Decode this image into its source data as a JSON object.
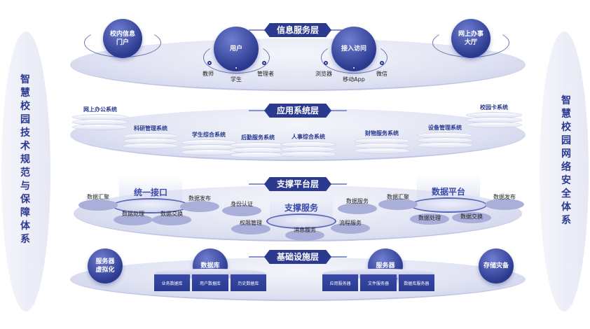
{
  "left_side": "智慧校园技术规范与保障体系",
  "right_side": "智慧校园网络安全体系",
  "info_layer": {
    "title": "信息服务层",
    "portal": "校内信息门户",
    "users": "用户",
    "user_types": [
      "教师",
      "学生",
      "管理者"
    ],
    "access": "接入访问",
    "access_types": [
      "浏览器",
      "移动App",
      "微信"
    ],
    "hall": "网上办事大厅"
  },
  "app_layer": {
    "title": "应用系统层",
    "systems": [
      "网上办公系统",
      "科研管理系统",
      "学生综合系统",
      "后勤服务系统",
      "人事综合系统",
      "财物服务系统",
      "设备管理系统",
      "校园卡系统"
    ]
  },
  "support_layer": {
    "title": "支撑平台层",
    "interface": {
      "name": "统一接口",
      "items": [
        "数据汇聚",
        "数据发布",
        "数据处理",
        "数据交换"
      ]
    },
    "service": {
      "name": "支撑服务",
      "items": [
        "身份认证",
        "数据服务",
        "权限管理",
        "消息服务",
        "流程服务"
      ]
    },
    "data_platform": {
      "name": "数据平台",
      "items": [
        "数据汇聚",
        "数据发布",
        "数据处理",
        "数据交换"
      ]
    }
  },
  "infra_layer": {
    "title": "基础设施层",
    "virtualization": "服务器虚拟化",
    "database": "数据库",
    "db_items": [
      "业务数据库",
      "用户数据库",
      "历史数据库"
    ],
    "server": "服务器",
    "server_items": [
      "应用服务器",
      "文件服务器",
      "数据库服务器"
    ],
    "backup": "存储灾备"
  },
  "colors": {
    "primary": "#2b3a8f",
    "platform": "#dfe2f2"
  }
}
